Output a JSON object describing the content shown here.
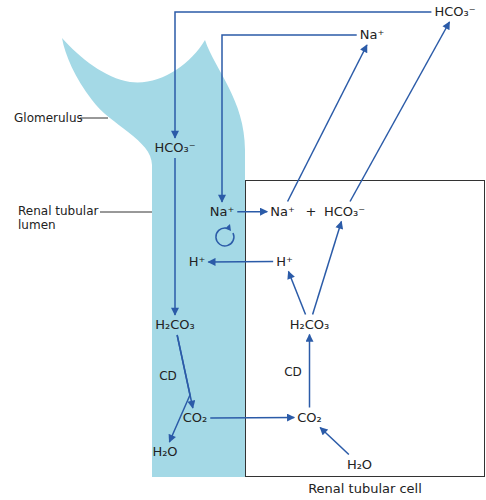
{
  "diagram": {
    "nodes": [
      {
        "text": [
          "HCO₃⁻"
        ]
      },
      {
        "text": [
          "Na⁺"
        ]
      },
      {
        "text": [
          "HCO₃⁻"
        ]
      },
      {
        "text": [
          "Na⁺"
        ]
      },
      {
        "text": [
          "Renal tubular cell"
        ]
      },
      {
        "text": [
          "Na⁺"
        ],
        "in": 4
      },
      {
        "text": [
          "HCO₃⁻"
        ],
        "in": 4
      },
      {
        "text": [
          "H⁺"
        ]
      },
      {
        "text": [
          "H⁺"
        ],
        "in": 4
      },
      {
        "text": [
          "H₂CO₃"
        ]
      },
      {
        "text": [
          "H₂CO₃"
        ],
        "in": 4
      },
      {
        "text": [
          "CO₂"
        ]
      },
      {
        "text": [
          "CO₂"
        ],
        "in": 4
      },
      {
        "text": [
          "H₂O"
        ]
      },
      {
        "text": [
          "H₂O"
        ],
        "in": 4
      }
    ],
    "edges": [
      {
        "from": 0,
        "to": 2,
        "arrow": "to"
      },
      {
        "from": 1,
        "to": 3,
        "arrow": "to"
      },
      {
        "from": 3,
        "to": 5,
        "arrow": "to"
      },
      {
        "from": 5,
        "to": 1,
        "arrow": "to"
      },
      {
        "from": 6,
        "to": 0,
        "arrow": "to"
      },
      {
        "from": 2,
        "to": 9,
        "arrow": "to"
      },
      {
        "from": 8,
        "to": 7,
        "arrow": "to"
      },
      {
        "from": 10,
        "to": 8,
        "arrow": "to"
      },
      {
        "from": 10,
        "to": 6,
        "arrow": "to"
      },
      {
        "from": 9,
        "to": 11,
        "label": "CD",
        "arrow": "to"
      },
      {
        "from": 9,
        "to": 13,
        "arrow": "to"
      },
      {
        "from": 11,
        "to": 12,
        "arrow": "to"
      },
      {
        "from": 12,
        "to": 10,
        "label": "CD",
        "arrow": "to"
      },
      {
        "from": 14,
        "to": 12,
        "arrow": "to"
      }
    ],
    "labels": [
      "Glomerulus",
      "Renal tubular lumen",
      "+"
    ]
  }
}
